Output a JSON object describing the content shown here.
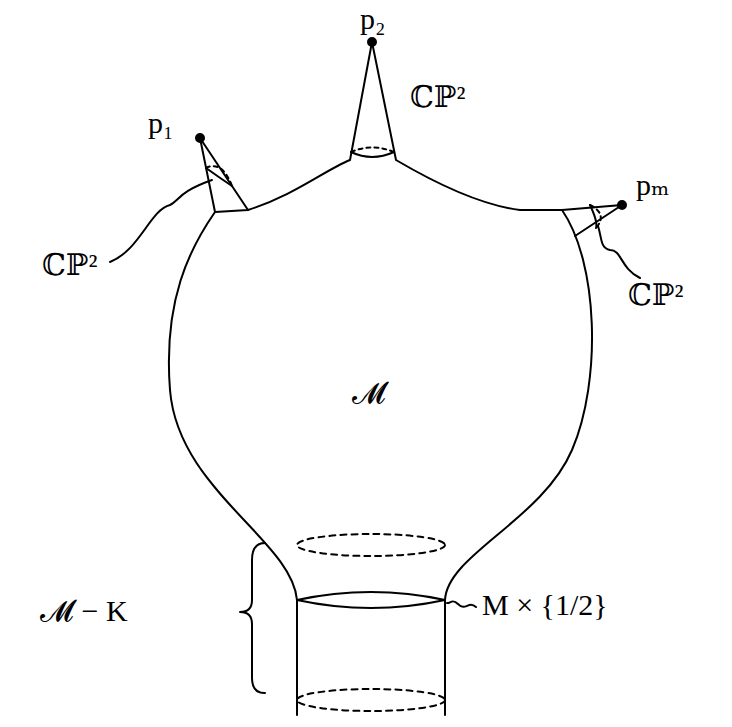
{
  "diagram": {
    "labels": [
      "p₂",
      "ℂℙ²",
      "p₁",
      "pₘ",
      "ℂℙ²",
      "ℂℙ²",
      "𝓜",
      "𝓜 − K",
      "M × {1/2}"
    ]
  }
}
